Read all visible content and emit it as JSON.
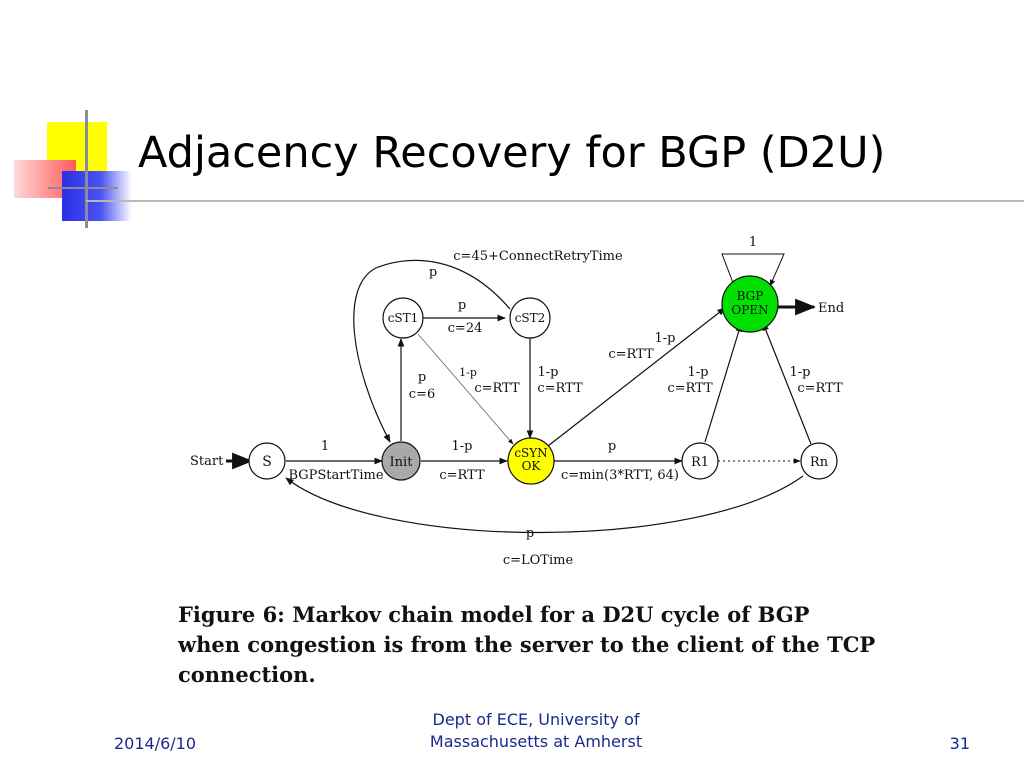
{
  "slide": {
    "title": "Adjacency Recovery for BGP (D2U)",
    "colors": {
      "yellow": "#ffff00",
      "red": "#ff5a5a",
      "blue": "#3a40ee",
      "green": "#00e000",
      "gray": "#a9a9a9",
      "footer_text": "#1a2a8c"
    }
  },
  "diagram": {
    "nodes": {
      "s": "S",
      "init": "Init",
      "cst1": "cST1",
      "cst2": "cST2",
      "csyn_line1": "cSYN",
      "csyn_line2": "OK",
      "r1": "R1",
      "rn": "Rn",
      "bgp_line1": "BGP",
      "bgp_line2": "OPEN"
    },
    "labels": {
      "start": "Start",
      "end": "End",
      "self_loop": "1",
      "s_init_prob": "1",
      "s_init_cost": "BGPStartTime",
      "init_csyn_prob": "1-p",
      "init_csyn_cost": "c=RTT",
      "csyn_r1_prob": "p",
      "csyn_r1_cost": "c=min(3*RTT, 64)",
      "init_cst1_prob": "p",
      "init_cst1_cost": "c=6",
      "cst1_cst2_prob": "p",
      "cst1_cst2_cost": "c=24",
      "cst2_init_prob": "p",
      "cst2_init_cost": "c=45+ConnectRetryTime",
      "cst1_csyn_prob": "1-p",
      "cst1_csyn_cost": "c=RTT",
      "cst2_csyn_prob": "1-p",
      "cst2_csyn_cost": "c=RTT",
      "csyn_bgp_prob": "1-p",
      "csyn_bgp_cost": "c=RTT",
      "r1_bgp_prob": "1-p",
      "r1_bgp_cost": "c=RTT",
      "rn_bgp_prob": "1-p",
      "rn_bgp_cost": "c=RTT",
      "rn_s_prob": "p",
      "rn_s_cost": "c=LOTime"
    },
    "caption": "Figure 6:  Markov chain model for a D2U cycle of BGP when congestion is from the server to the client of the TCP connection."
  },
  "footer": {
    "date": "2014/6/10",
    "org_line1": "Dept of ECE, University of",
    "org_line2": "Massachusetts at Amherst",
    "page": "31"
  }
}
